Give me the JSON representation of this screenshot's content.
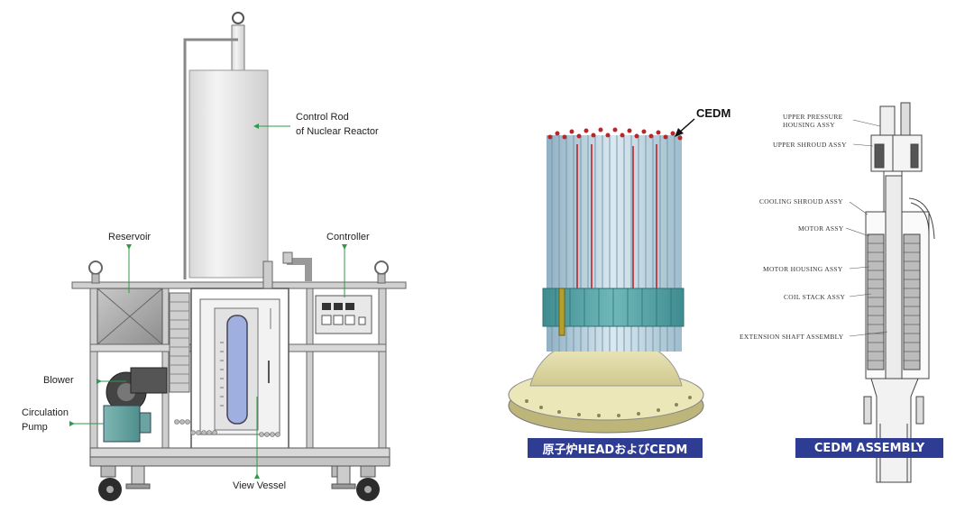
{
  "left_diagram": {
    "labels": {
      "control_rod_line1": "Control Rod",
      "control_rod_line2": "of Nuclear Reactor",
      "reservoir": "Reservoir",
      "controller": "Controller",
      "blower": "Blower",
      "circulation_pump_line1": "Circulation",
      "circulation_pump_line2": "Pump",
      "view_vessel": "View Vessel"
    }
  },
  "middle_diagram": {
    "tag": "CEDM",
    "caption": "原子炉HEADおよびCEDM"
  },
  "right_diagram": {
    "labels": {
      "upper_pressure_line1": "UPPER PRESSURE",
      "upper_pressure_line2": "HOUSING ASSY",
      "upper_shroud": "UPPER SHROUD ASSY",
      "cooling_shroud": "COOLING SHROUD ASSY",
      "motor": "MOTOR ASSY",
      "motor_housing": "MOTOR HOUSING ASSY",
      "coil_stack": "COIL STACK ASSY",
      "extension_shaft": "EXTENSION SHAFT ASSEMBLY"
    },
    "caption": "CEDM ASSEMBLY"
  },
  "colors": {
    "caption_bg": "#2f3c93",
    "arrow_green": "#2e9a4a",
    "rod_blue": "#bcd6e4",
    "band_teal": "#4e9ea3",
    "base_cream": "#ece7b9"
  }
}
